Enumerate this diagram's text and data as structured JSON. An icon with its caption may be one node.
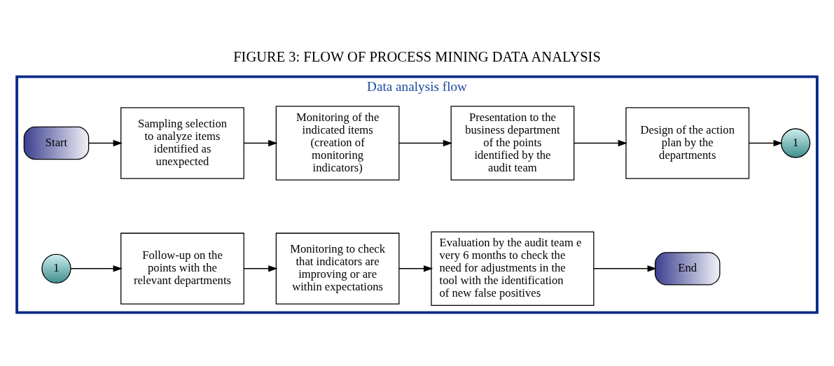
{
  "diagram": {
    "title": "FIGURE 3: FLOW OF PROCESS MINING DATA ANALYSIS",
    "nodes": [
      {
        "text": [
          "Data analysis flow"
        ]
      },
      {
        "text": [
          "Start"
        ],
        "in": 0
      },
      {
        "text": [
          "Sampling selection to analyze items identified as unexpected"
        ],
        "in": 0
      },
      {
        "text": [
          "Monitoring of the indicated items (creation of monitoring indicators)"
        ],
        "in": 0
      },
      {
        "text": [
          "Presentation to the business department of the points identified by the audit team"
        ],
        "in": 0
      },
      {
        "text": [
          "Design of the action plan by the departments"
        ],
        "in": 0
      },
      {
        "text": [
          "1"
        ],
        "in": 0
      },
      {
        "text": [
          "1"
        ],
        "in": 0
      },
      {
        "text": [
          "Follow-up on the points with the relevant departments"
        ],
        "in": 0
      },
      {
        "text": [
          "Monitoring to check that indicators are improving or are within expectations"
        ],
        "in": 0
      },
      {
        "text": [
          "Evaluation by the audit team e very 6 months to check the need for adjustments in the tool with the identification of new false positives"
        ],
        "in": 0
      },
      {
        "text": [
          "End"
        ],
        "in": 0
      }
    ],
    "edges": [
      {
        "from": 1,
        "to": 2,
        "arrow": "to"
      },
      {
        "from": 2,
        "to": 3,
        "arrow": "to"
      },
      {
        "from": 3,
        "to": 4,
        "arrow": "to"
      },
      {
        "from": 4,
        "to": 5,
        "arrow": "to"
      },
      {
        "from": 5,
        "to": 6,
        "arrow": "to"
      },
      {
        "from": 7,
        "to": 8,
        "arrow": "to"
      },
      {
        "from": 8,
        "to": 9,
        "arrow": "to"
      },
      {
        "from": 9,
        "to": 10,
        "arrow": "to"
      },
      {
        "from": 10,
        "to": 11,
        "arrow": "to"
      }
    ]
  }
}
